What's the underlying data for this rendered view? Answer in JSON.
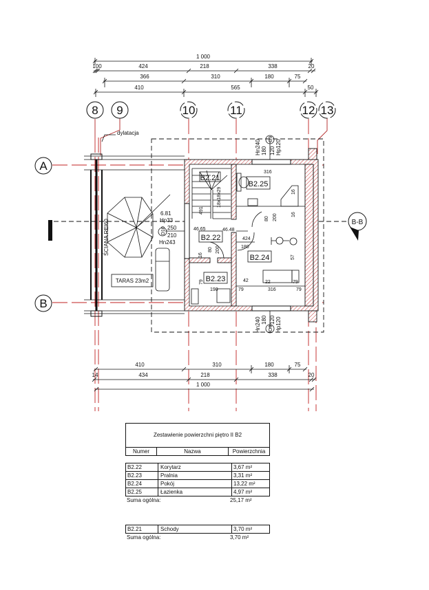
{
  "drawing": {
    "top_dims": {
      "row1": [
        "1 000"
      ],
      "row2": [
        "100",
        "424",
        "218",
        "338",
        "20"
      ],
      "row3": [
        "366",
        "310",
        "180",
        "75"
      ],
      "row4": [
        "410",
        "565",
        "50"
      ]
    },
    "bottom_dims": {
      "row1": [
        "410",
        "310",
        "180",
        "75"
      ],
      "row2": [
        "14",
        "434",
        "218",
        "338",
        "20"
      ],
      "row3": [
        "1 000"
      ]
    },
    "grid_columns": [
      "8",
      "9",
      "10",
      "11",
      "12",
      "13"
    ],
    "grid_rows": [
      "A",
      "B"
    ],
    "section_label": "B-B",
    "labels": {
      "dilatation": "dylatacja",
      "wall": "ŚCIANA REI60",
      "terrace": "TARAS 23m2",
      "rooms": [
        "B2.21",
        "B2.22",
        "B2.23",
        "B2.24",
        "B2.25"
      ],
      "window_top": [
        "Hn240",
        "180",
        "120",
        "Hp120"
      ],
      "window_top_tag": "O9",
      "window_bottom": [
        "Hn240",
        "180",
        "120",
        "Hp120"
      ],
      "window_bottom_tag": "O9",
      "door_terrace": [
        "6.81",
        "Hp33",
        "250",
        "210",
        "Hn243"
      ],
      "door_terrace_tag": "D10",
      "interior_dims": [
        "316",
        "316",
        "200",
        "80",
        "80",
        "200",
        "80",
        "200",
        "424",
        "180",
        "57",
        "22",
        "42",
        "79",
        "79",
        "190",
        "16",
        "16",
        "491",
        "46.65",
        "46.48",
        "18x18x29",
        "16"
      ]
    }
  },
  "table": {
    "title": "Zestawienie powierzchni piętro II B2",
    "headers": [
      "Numer",
      "Nazwa",
      "Powierzchnia"
    ],
    "rows": [
      {
        "num": "B2.22",
        "name": "Korytarz",
        "area": "3,67 m²"
      },
      {
        "num": "B2.23",
        "name": "Pralnia",
        "area": "3,31 m²"
      },
      {
        "num": "B2.24",
        "name": "Pokój",
        "area": "13,22 m²"
      },
      {
        "num": "B2.25",
        "name": "Łazienka",
        "area": "4,97 m²"
      }
    ],
    "sum_label": "Suma ogólna:",
    "sum_value": "25,17 m²",
    "rows2": [
      {
        "num": "B2.21",
        "name": "Schody",
        "area": "3,70 m²"
      }
    ],
    "sum2_label": "Suma ogólna:",
    "sum2_value": "3,70 m²"
  }
}
